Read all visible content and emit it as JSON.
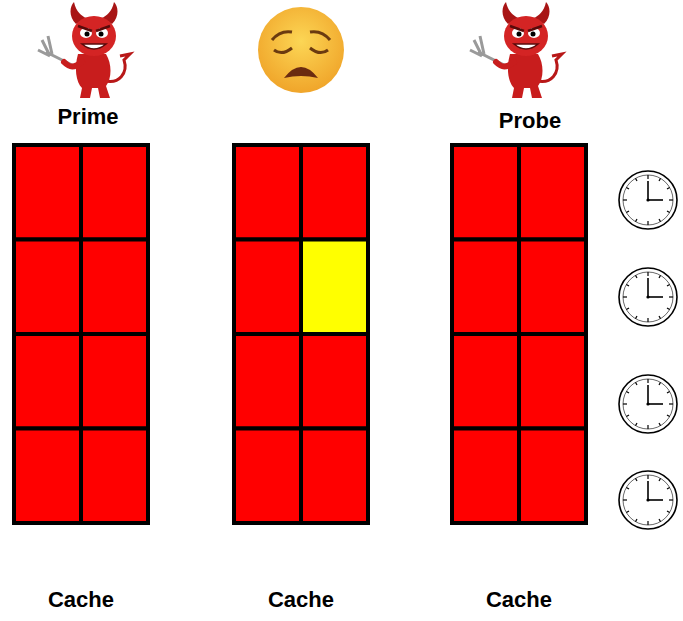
{
  "diagram": {
    "nodes": [
      {
        "text": [
          "Cache"
        ]
      },
      {
        "text": [
          "Cache"
        ]
      },
      {
        "text": [
          "Cache"
        ]
      }
    ],
    "labels": [
      "Prime",
      "Probe"
    ]
  }
}
